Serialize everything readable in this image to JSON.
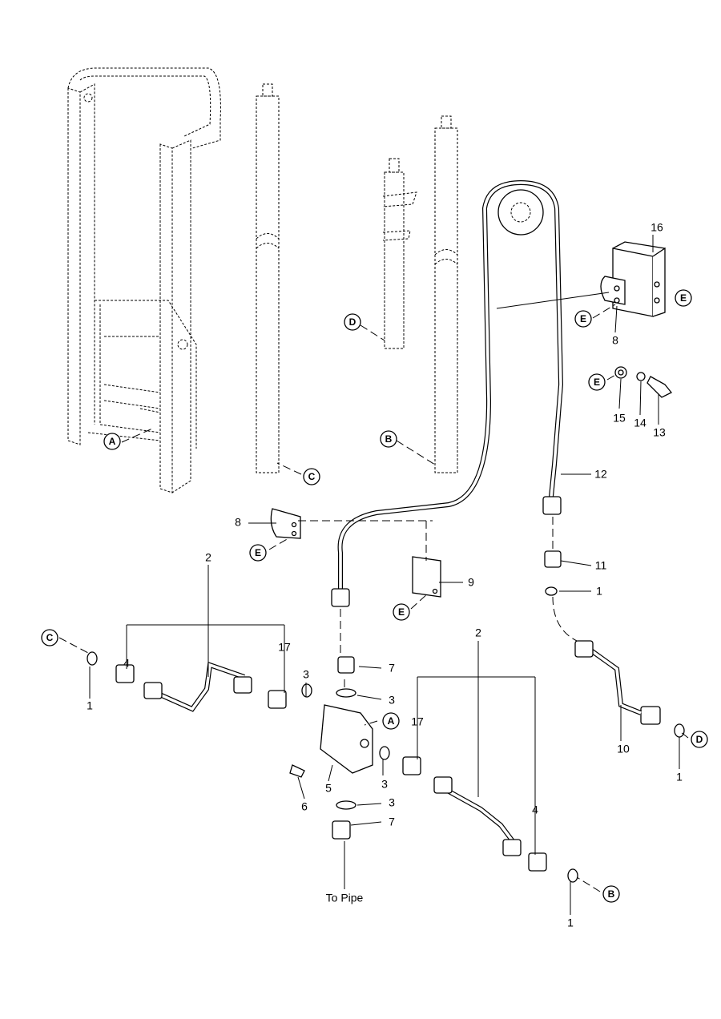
{
  "callouts": {
    "a1": "A",
    "c1": "C",
    "d1": "D",
    "b1": "B",
    "e1": "E",
    "e2": "E",
    "e3": "E",
    "e4": "E",
    "e5": "E",
    "c2": "C",
    "a2": "A",
    "d2": "D",
    "b2": "B"
  },
  "part_numbers": {
    "p16": "16",
    "p8a": "8",
    "p15": "15",
    "p14": "14",
    "p13": "13",
    "p12": "12",
    "p8b": "8",
    "p9": "9",
    "p11": "11",
    "p1a": "1",
    "p2a": "2",
    "p4a": "4",
    "p17a": "17",
    "p3a": "3",
    "p7a": "7",
    "p3b": "3",
    "p1b": "1",
    "p2b": "2",
    "p17b": "17",
    "p6": "6",
    "p5": "5",
    "p3c": "3",
    "p3d": "3",
    "p7b": "7",
    "p4b": "4",
    "p10": "10",
    "p1c": "1",
    "p1d": "1"
  },
  "notes": {
    "to_pipe": "To Pipe"
  }
}
